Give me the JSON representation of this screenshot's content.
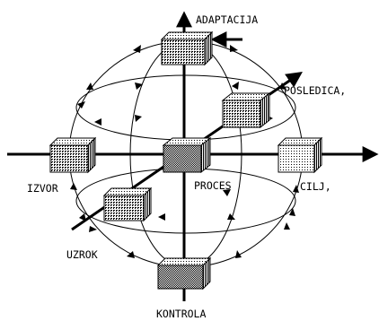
{
  "labels": {
    "adaptation": "ADAPTACIJA",
    "consequence": "POSLEDICA,",
    "source": "IZVOR",
    "process": "PROCES",
    "goal": "CILJ,",
    "cause": "UZROK",
    "control": "KONTROLA"
  },
  "colors": {
    "ink": "#000000",
    "background": "#ffffff"
  }
}
